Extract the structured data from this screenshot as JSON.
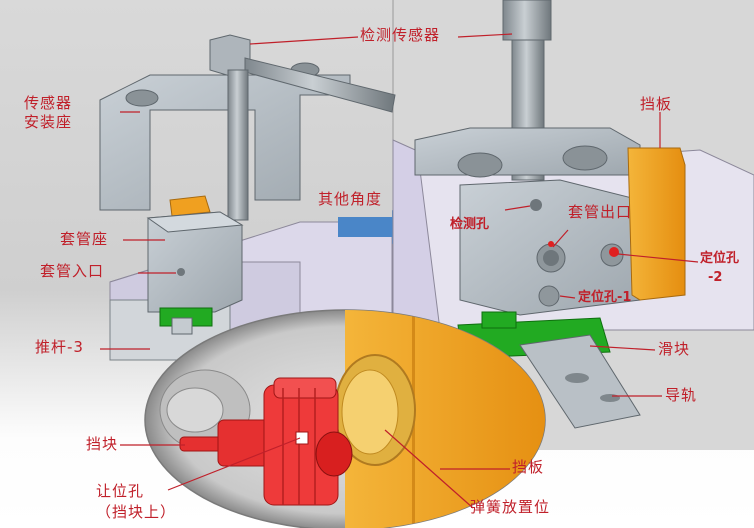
{
  "labels": {
    "sensor": "检测传感器",
    "sensor_seat_line1": "传感器",
    "sensor_seat_line2": "安装座",
    "other_angle": "其他角度",
    "baffle_top": "挡板",
    "sleeve_seat": "套管座",
    "sleeve_inlet": "套管入口",
    "push_rod": "推杆-3",
    "detect_hole": "检测孔",
    "sleeve_outlet": "套管出口",
    "locate_hole_2a": "定位孔",
    "locate_hole_2b": "-2",
    "locate_hole_1": "定位孔-1",
    "slider": "滑块",
    "guide_rail": "导轨",
    "stop_block": "挡块",
    "clearance_hole_line1": "让位孔",
    "clearance_hole_line2": "（挡块上）",
    "baffle_bottom": "挡板",
    "spring_seat": "弹簧放置位"
  },
  "colors": {
    "label_red": "#c0202a",
    "baffle_orange": "#f0a020",
    "slider_green": "#22aa22",
    "arrow_blue": "#4a86c8",
    "part_gray": "#b8bfc6"
  }
}
